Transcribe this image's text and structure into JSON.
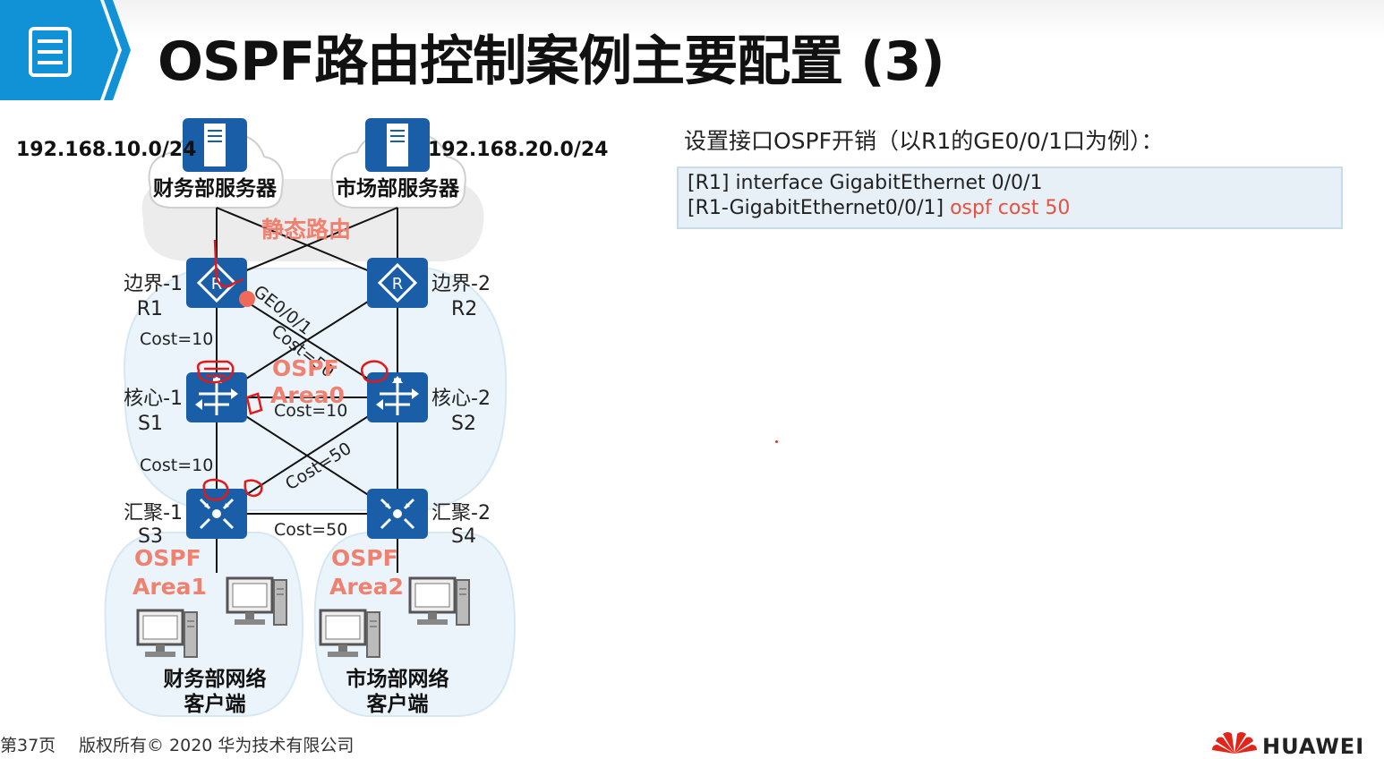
{
  "slide": {
    "title": "OSPF路由控制案例主要配置 (3)",
    "description": "设置接口OSPF开销（以R1的GE0/0/1口为例）：",
    "code_lines": [
      {
        "plain": "[R1] interface GigabitEthernet 0/0/1",
        "highlight": ""
      },
      {
        "plain": "[R1-GigabitEthernet0/0/1] ",
        "highlight": "ospf cost 50"
      }
    ],
    "footer_page": "第37页",
    "footer_copyright": "版权所有© 2020 华为技术有限公司",
    "brand": "HUAWEI"
  },
  "diagram": {
    "networks": {
      "left": "192.168.10.0/24",
      "right": "192.168.20.0/24"
    },
    "servers": {
      "left": "财务部服务器",
      "right": "市场部服务器"
    },
    "static_route": "静态路由",
    "devices": {
      "border1": {
        "name": "边界-1",
        "id": "R1"
      },
      "border2": {
        "name": "边界-2",
        "id": "R2"
      },
      "core1": {
        "name": "核心-1",
        "id": "S1"
      },
      "core2": {
        "name": "核心-2",
        "id": "S2"
      },
      "agg1": {
        "name": "汇聚-1",
        "id": "S3"
      },
      "agg2": {
        "name": "汇聚-2",
        "id": "S4"
      }
    },
    "links": {
      "r1_s1": "Cost=10",
      "r1_ge": "GE0/0/1",
      "r1_s2": "Cost=50",
      "s1_s2": "Cost=10",
      "s1_s3": "Cost=10",
      "s2_s3": "Cost=50",
      "s3_s4": "Cost=50"
    },
    "areas": {
      "area0": {
        "line1": "OSPF",
        "line2": "Area0"
      },
      "area1": {
        "line1": "OSPF",
        "line2": "Area1"
      },
      "area2": {
        "line1": "OSPF",
        "line2": "Area2"
      }
    },
    "clients": {
      "left": {
        "line1": "财务部网络",
        "line2": "客户端"
      },
      "right": {
        "line1": "市场部网络",
        "line2": "客户端"
      }
    }
  },
  "colors": {
    "accent": "#1192d6",
    "device": "#1a5ea8",
    "highlight": "#e8503f",
    "area_text": "#f08070"
  },
  "icons": [
    "document-icon",
    "router-icon",
    "switch-icon",
    "aggregation-switch-icon",
    "server-icon",
    "pc-icon",
    "huawei-logo-icon"
  ]
}
